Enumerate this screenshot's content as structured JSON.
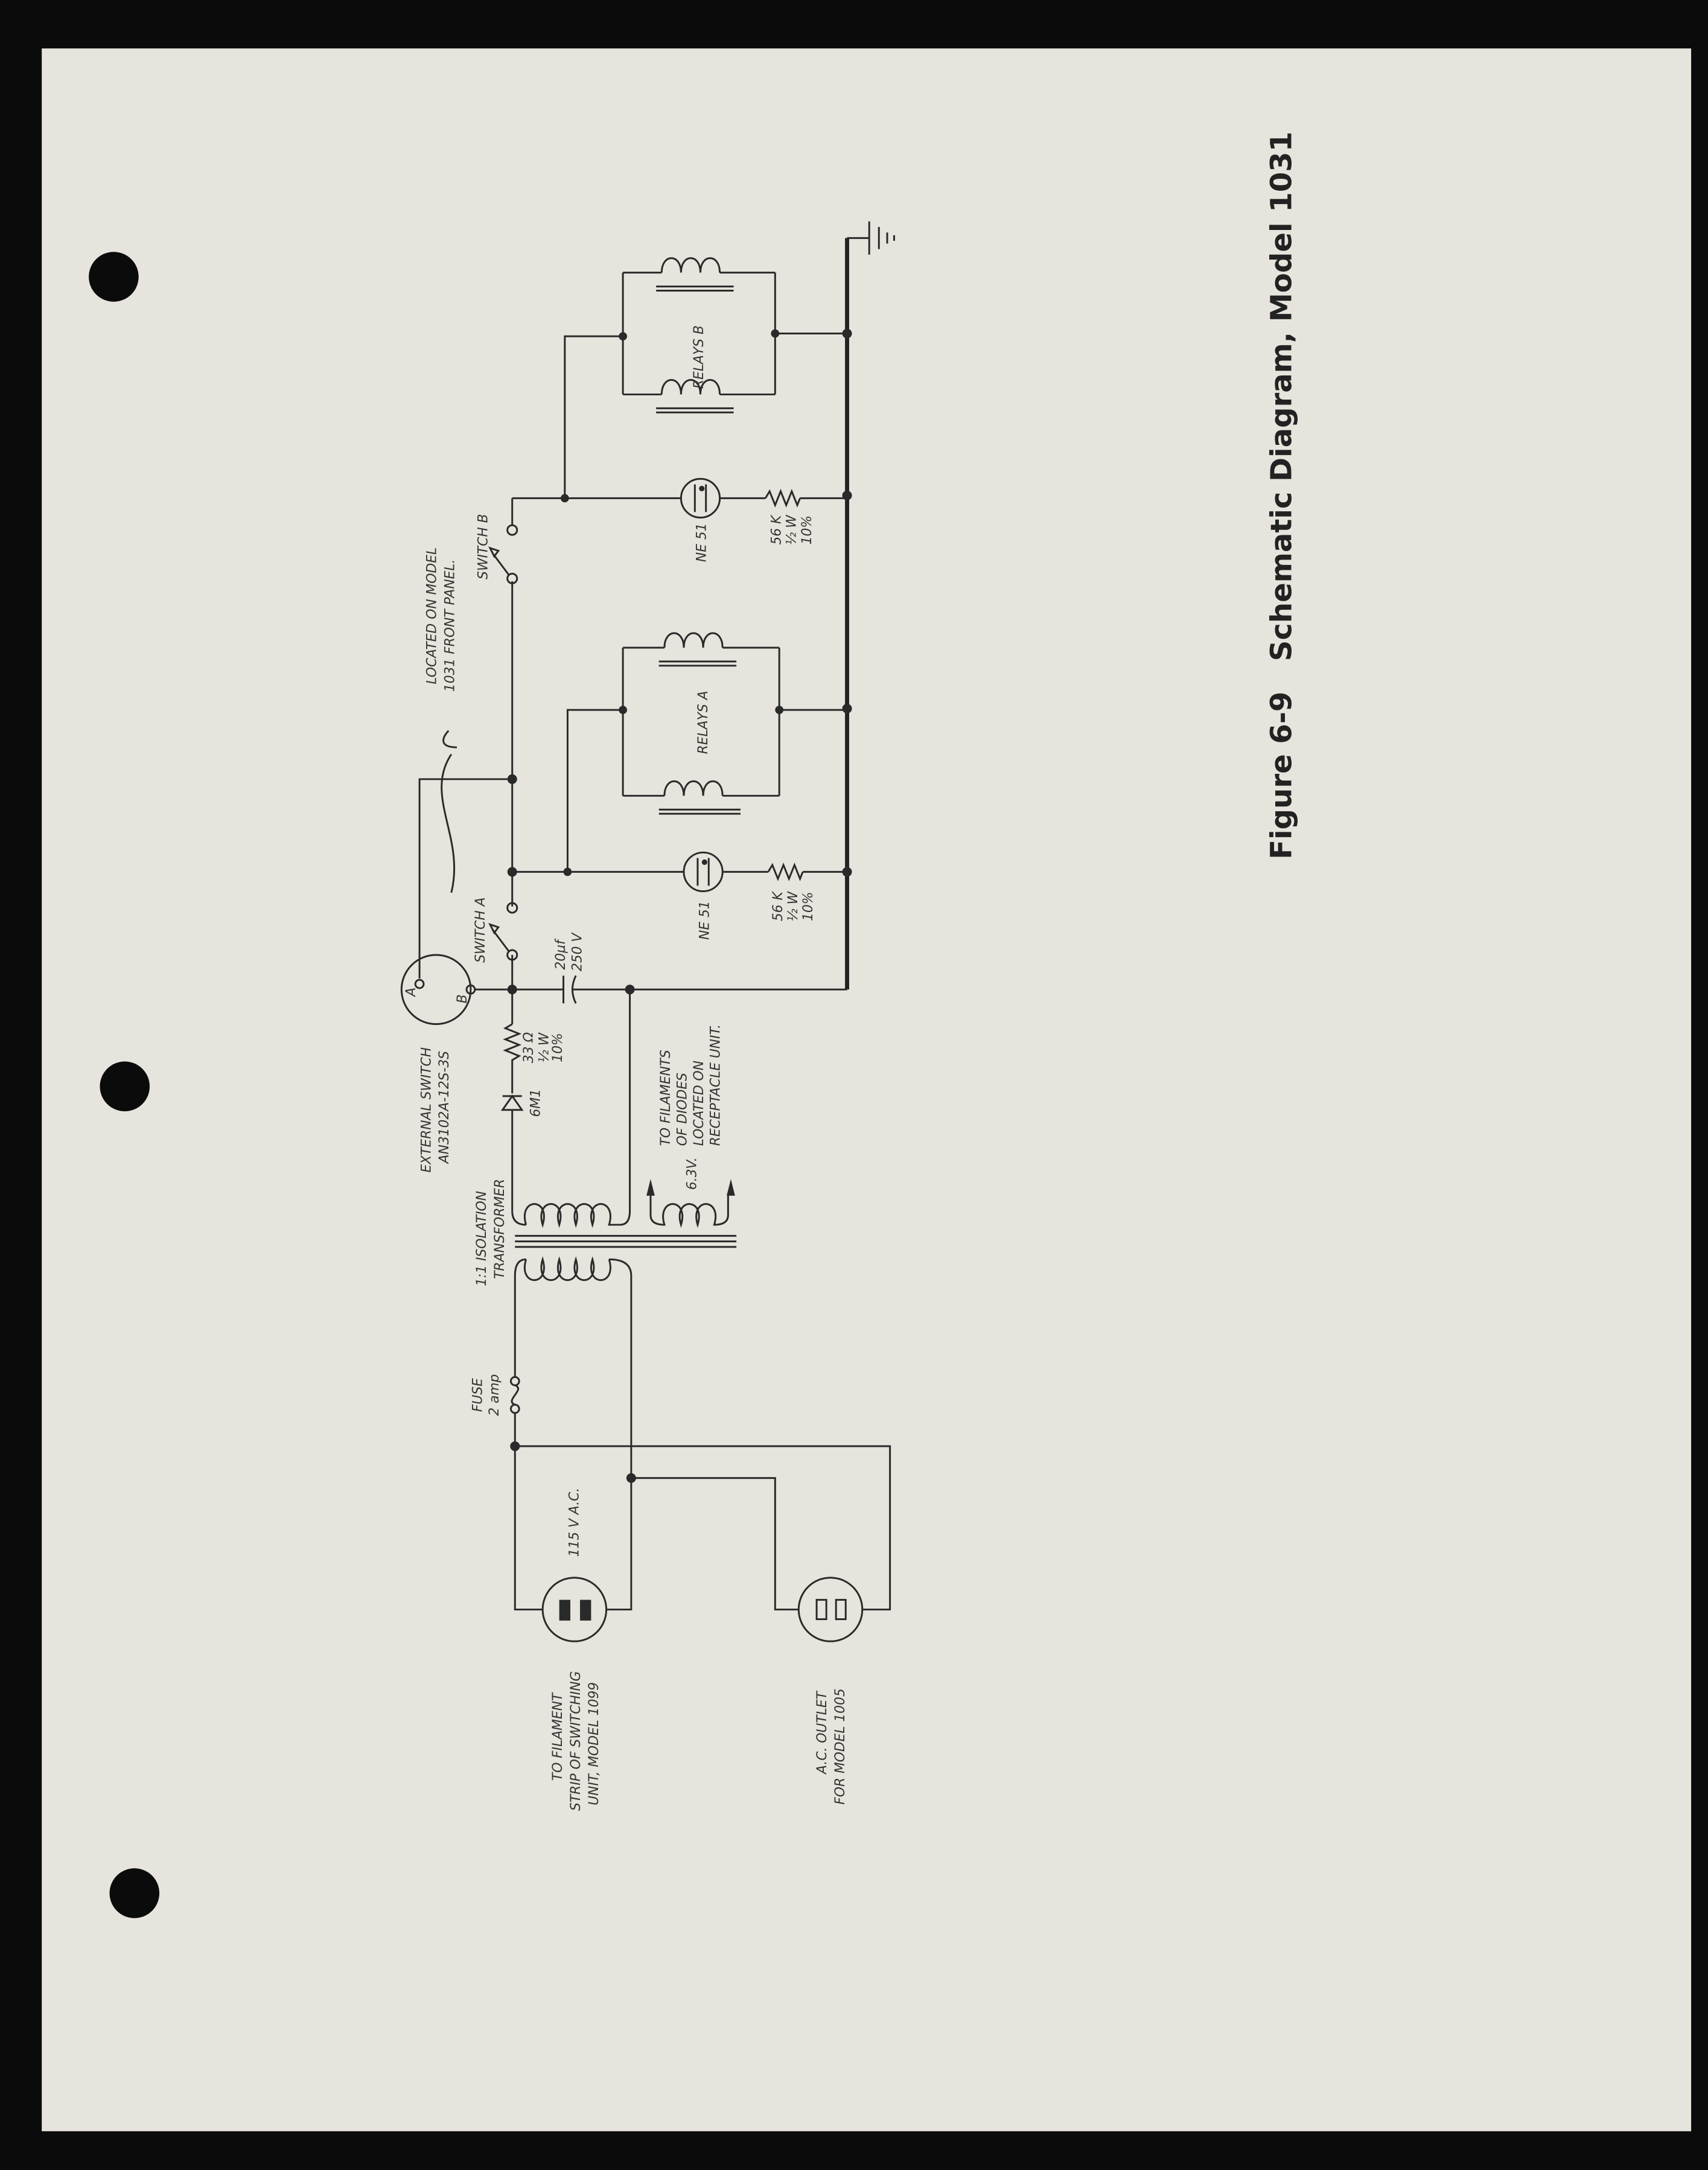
{
  "figure": {
    "caption": "Figure 6-9   Schematic Diagram, Model 1031"
  },
  "labels": {
    "filament_strip": [
      "TO FILAMENT",
      "STRIP OF SWITCHING",
      "UNIT, MODEL 1099"
    ],
    "ac_outlet": [
      "A.C. OUTLET",
      "FOR MODEL 1005"
    ],
    "supply": "115 V A.C.",
    "fuse": [
      "FUSE",
      "2 amp"
    ],
    "transformer": [
      "1:1 ISOLATION",
      "TRANSFORMER"
    ],
    "external_switch": [
      "EXTERNAL SWITCH",
      "AN3102A-12S-3S"
    ],
    "ext_switch_a": "A",
    "ext_switch_b": "B",
    "diode": "6M1",
    "resistor_33": [
      "33 Ω",
      "½ W",
      "10%"
    ],
    "capacitor": [
      "20µf",
      "250 V"
    ],
    "filament_voltage": "6.3V.",
    "filaments_note": [
      "TO FILAMENTS",
      "OF DIODES",
      "LOCATED ON",
      "RECEPTACLE UNIT."
    ],
    "switch_a": "SWITCH A",
    "switch_b": "SWITCH B",
    "front_panel_note": [
      "LOCATED ON MODEL",
      "1031 FRONT PANEL."
    ],
    "neon_a": "NE 51",
    "neon_b": "NE 51",
    "resistor_56_a": [
      "56 K",
      "½ W",
      "10%"
    ],
    "resistor_56_b": [
      "56 K",
      "½ W",
      "10%"
    ],
    "relays_a": "RELAYS A",
    "relays_b": "RELAYS B"
  },
  "colors": {
    "paper": "#e6e4dc",
    "ink": "#2a2a2a",
    "background": "#0b0b0b"
  }
}
